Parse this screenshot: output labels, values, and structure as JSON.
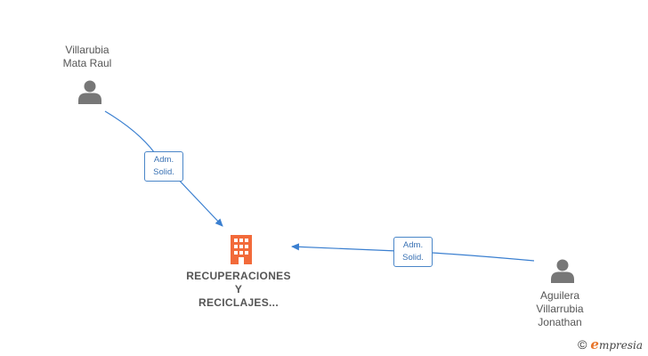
{
  "nodes": {
    "person_top": {
      "line1": "Villarubia",
      "line2": "Mata Raul"
    },
    "person_right": {
      "line1": "Aguilera",
      "line2": "Villarrubia",
      "line3": "Jonathan"
    },
    "company": {
      "line1": "RECUPERACIONES",
      "line2": "Y",
      "line3": "RECICLAJES..."
    }
  },
  "edges": [
    {
      "from": "person_top",
      "to": "company",
      "label_line1": "Adm.",
      "label_line2": "Solid."
    },
    {
      "from": "person_right",
      "to": "company",
      "label_line1": "Adm.",
      "label_line2": "Solid."
    }
  ],
  "colors": {
    "edge": "#3a7fd0",
    "person_icon": "#777777",
    "company_icon": "#f26a3a",
    "brand_accent": "#e8762c"
  },
  "icons": {
    "person": "person-silhouette-icon",
    "company": "office-building-icon"
  },
  "brand": {
    "copyright": "©",
    "e": "e",
    "rest": "mpresia"
  }
}
